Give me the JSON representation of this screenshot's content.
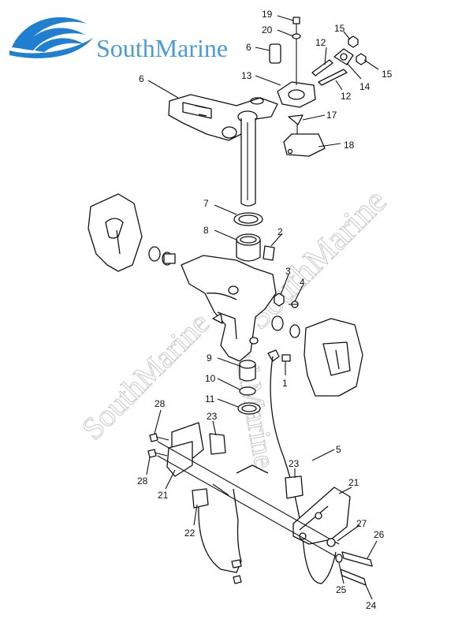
{
  "brand": {
    "name": "SouthMarine",
    "logo_color": "#1f7fd0",
    "text_color": "#4a9bd6"
  },
  "watermarks": [
    "SouthMarine",
    "SouthMarine",
    "SouthMarine"
  ],
  "callouts": [
    "19",
    "20",
    "6",
    "12",
    "15",
    "13",
    "6",
    "14",
    "15",
    "12",
    "17",
    "18",
    "7",
    "8",
    "2",
    "3",
    "4",
    "9",
    "10",
    "1",
    "11",
    "28",
    "23",
    "5",
    "28",
    "21",
    "23",
    "21",
    "22",
    "27",
    "26",
    "25",
    "24"
  ],
  "colors": {
    "line": "#111111",
    "watermark": "#c9c9c9"
  }
}
